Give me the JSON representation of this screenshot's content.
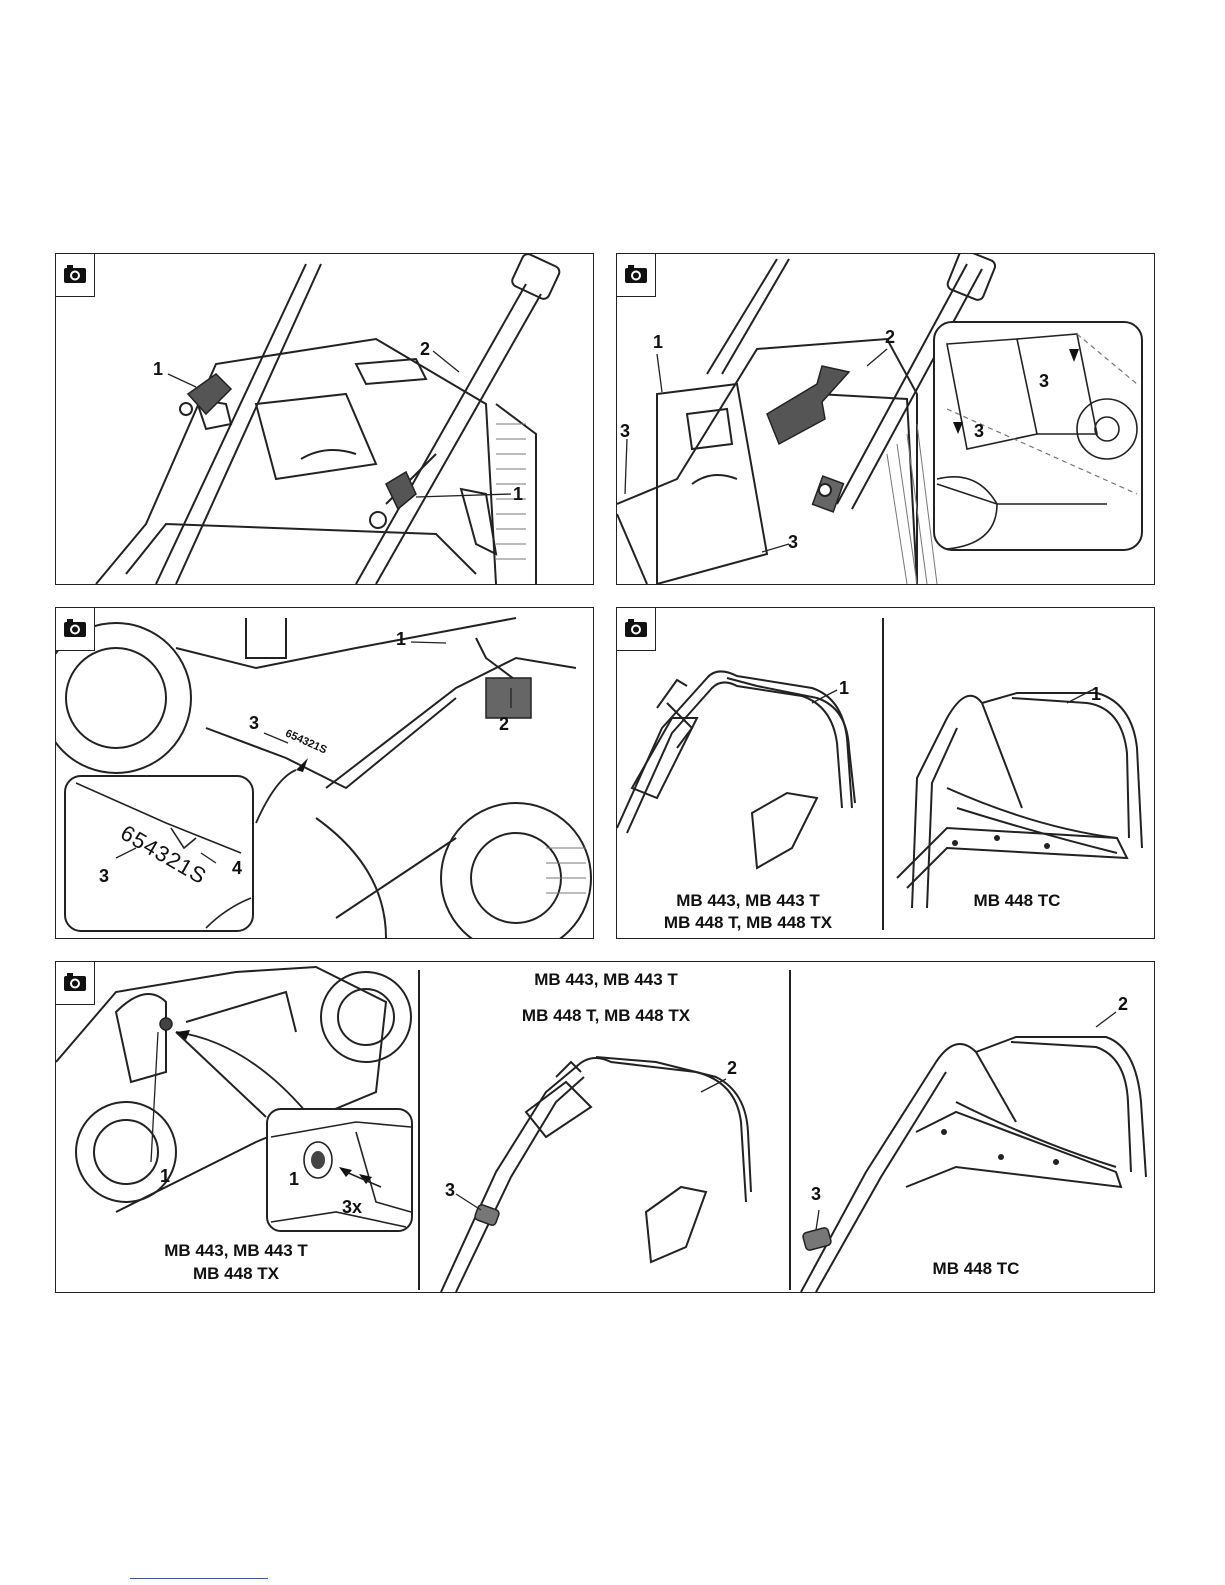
{
  "icons": {
    "camera": "camera-icon"
  },
  "panel1": {
    "labels": [
      "1",
      "2",
      "1"
    ]
  },
  "panel2": {
    "labels": [
      "1",
      "2",
      "3",
      "3",
      "3",
      "3"
    ]
  },
  "panel3": {
    "labels": [
      "1",
      "2",
      "3",
      "3",
      "4"
    ],
    "serial_stamp": "654321S"
  },
  "panel4": {
    "left": {
      "label": "1",
      "models_line1": "MB 443, MB 443 T",
      "models_line2": "MB 448 T, MB 448 TX"
    },
    "right": {
      "label": "1",
      "models_line1": "MB 448 TC"
    }
  },
  "panel5": {
    "left": {
      "labels": [
        "1",
        "1"
      ],
      "count": "3x",
      "models_line1": "MB 443, MB 443 T",
      "models_line2": "MB 448 TX"
    },
    "middle": {
      "models_line1": "MB 443, MB 443 T",
      "models_line2": "MB 448 T, MB 448 TX",
      "labels": [
        "2",
        "3"
      ]
    },
    "right": {
      "labels": [
        "2",
        "3"
      ],
      "models_line1": "MB 448 TC"
    }
  }
}
